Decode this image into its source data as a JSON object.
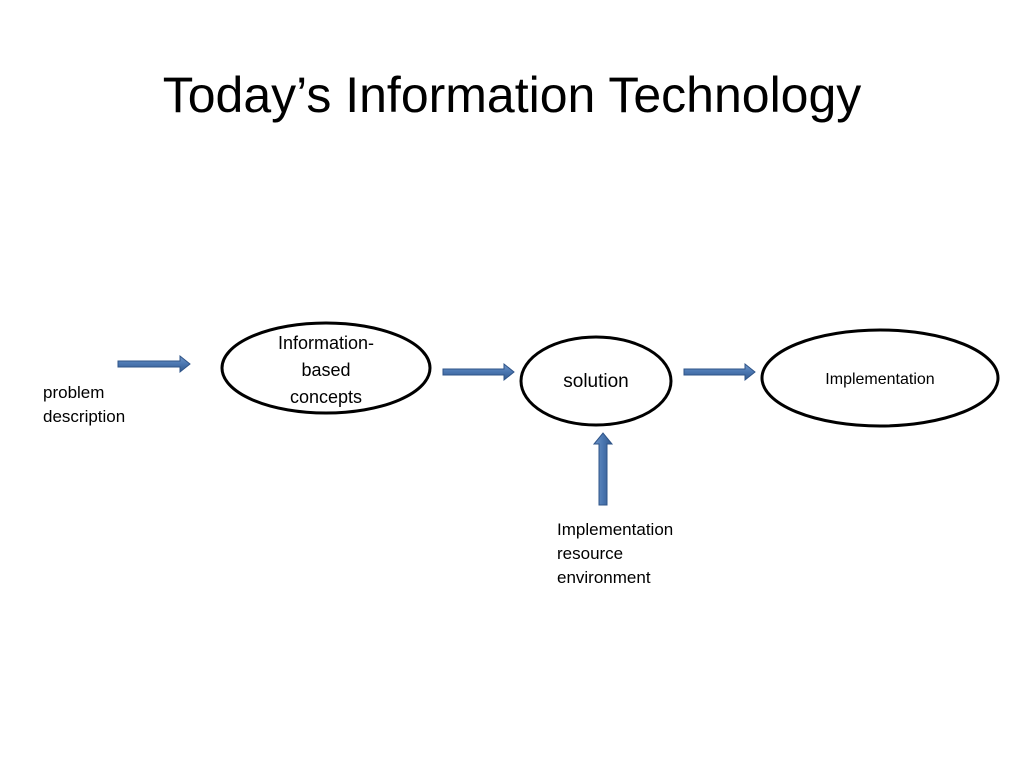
{
  "slide": {
    "title": "Today’s Information Technology"
  },
  "diagram": {
    "input_label": "problem\ndescription",
    "nodes": {
      "concepts": "Information-\nbased\nconcepts",
      "solution": "solution",
      "implementation": "Implementation"
    },
    "resource_label": "Implementation\nresource\nenvironment"
  },
  "colors": {
    "arrow_fill": "#4a76b0",
    "arrow_stroke": "#2f5488",
    "node_stroke": "#000000",
    "text": "#000000",
    "background": "#ffffff"
  }
}
